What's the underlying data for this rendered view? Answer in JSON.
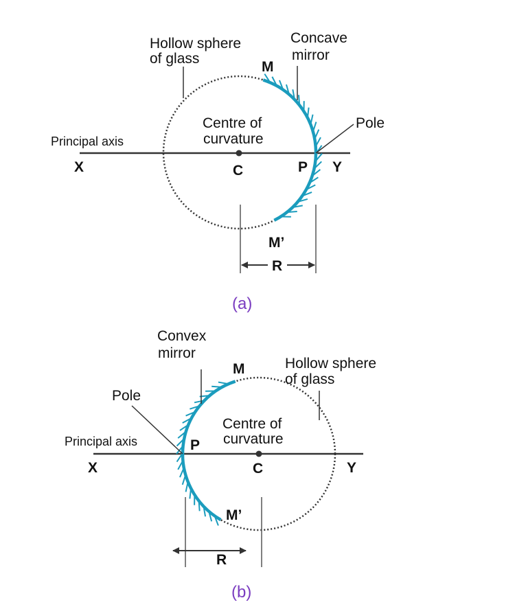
{
  "colors": {
    "mirror": "#1b9cbd",
    "line": "#333333",
    "caption": "#7a3cc0"
  },
  "diagram_a": {
    "caption": "(a)",
    "mirror_type": "Concave mirror",
    "labels": {
      "hollow_sphere_line1": "Hollow sphere",
      "hollow_sphere_line2": "of glass",
      "mirror_line1": "Concave",
      "mirror_line2": "mirror",
      "pole": "Pole",
      "centre_line1": "Centre of",
      "centre_line2": "curvature",
      "principal_axis": "Principal axis",
      "x": "X",
      "y": "Y",
      "c": "C",
      "p": "P",
      "m": "M",
      "m_prime": "M’",
      "r": "R"
    }
  },
  "diagram_b": {
    "caption": "(b)",
    "mirror_type": "Convex mirror",
    "labels": {
      "mirror_line1": "Convex",
      "mirror_line2": "mirror",
      "hollow_sphere_line1": "Hollow sphere",
      "hollow_sphere_line2": "of glass",
      "pole": "Pole",
      "centre_line1": "Centre of",
      "centre_line2": "curvature",
      "principal_axis": "Principal axis",
      "x": "X",
      "y": "Y",
      "c": "C",
      "p": "P",
      "m": "M",
      "m_prime": "M’",
      "r": "R"
    }
  }
}
